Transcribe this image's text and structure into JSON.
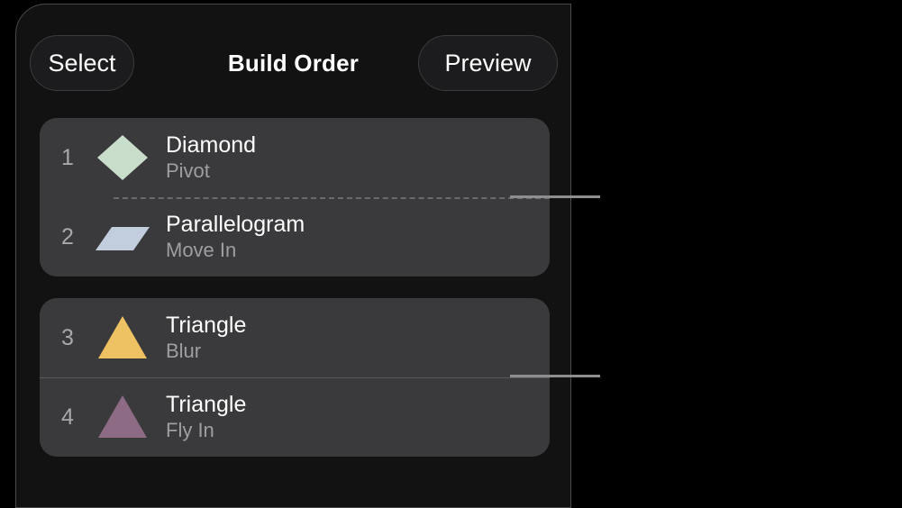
{
  "toolbar": {
    "select_label": "Select",
    "title": "Build Order",
    "preview_label": "Preview"
  },
  "colors": {
    "page_background": "#000000",
    "panel_background": "#121212",
    "card_background": "#3a3a3c",
    "button_background": "#1c1c1e",
    "title_text": "#ffffff",
    "subtitle_text": "#9e9ea3",
    "index_text": "#a8a8ad",
    "separator_dashed": "#6a6a6c",
    "separator_solid": "#59595b",
    "callout_line": "#8e8e8e"
  },
  "build_list": {
    "groups": [
      {
        "separator_style": "dashed",
        "rows": [
          {
            "index": "1",
            "shape": "diamond",
            "shape_icon_name": "diamond-shape-icon",
            "shape_color": "#c9ddcb",
            "title": "Diamond",
            "subtitle": "Pivot"
          },
          {
            "index": "2",
            "shape": "parallelogram",
            "shape_icon_name": "parallelogram-shape-icon",
            "shape_color": "#c2cede",
            "title": "Parallelogram",
            "subtitle": "Move In"
          }
        ]
      },
      {
        "separator_style": "solid",
        "rows": [
          {
            "index": "3",
            "shape": "triangle",
            "shape_icon_name": "triangle-shape-icon",
            "shape_color": "#eec163",
            "title": "Triangle",
            "subtitle": "Blur"
          },
          {
            "index": "4",
            "shape": "triangle",
            "shape_icon_name": "triangle-shape-icon",
            "shape_color": "#8d6b85",
            "title": "Triangle",
            "subtitle": "Fly In"
          }
        ]
      }
    ]
  },
  "callouts": [
    {
      "target": "group-0-separator"
    },
    {
      "target": "group-1-separator"
    }
  ]
}
